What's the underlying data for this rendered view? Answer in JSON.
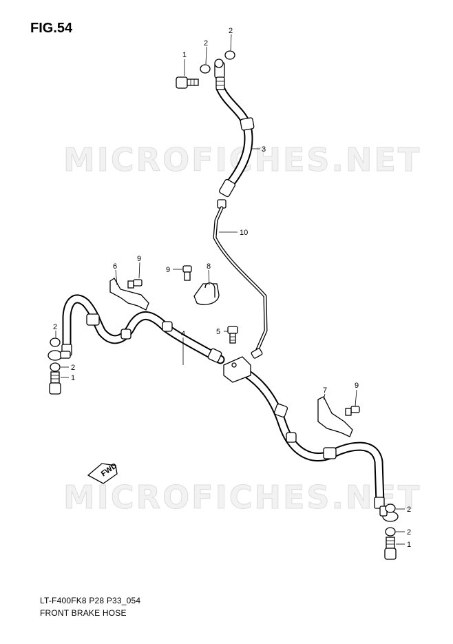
{
  "figure": {
    "title": "FIG.54",
    "code": "LT-F400FK8 P28 P33_054",
    "name": "FRONT BRAKE  HOSE"
  },
  "watermark": "MICROFICHES.NET",
  "fwd_label": "FWD",
  "callouts": {
    "c1_top": "1",
    "c2_top_a": "2",
    "c2_top_b": "2",
    "c3": "3",
    "c10": "10",
    "c9_left": "9",
    "c6": "6",
    "c9_mid": "9",
    "c8": "8",
    "c2_left_a": "2",
    "c2_left_b": "2",
    "c1_left": "1",
    "c5": "5",
    "c4": "4",
    "c9_right": "9",
    "c7": "7",
    "c2_right_a": "2",
    "c2_right_b": "2",
    "c1_right": "1"
  }
}
